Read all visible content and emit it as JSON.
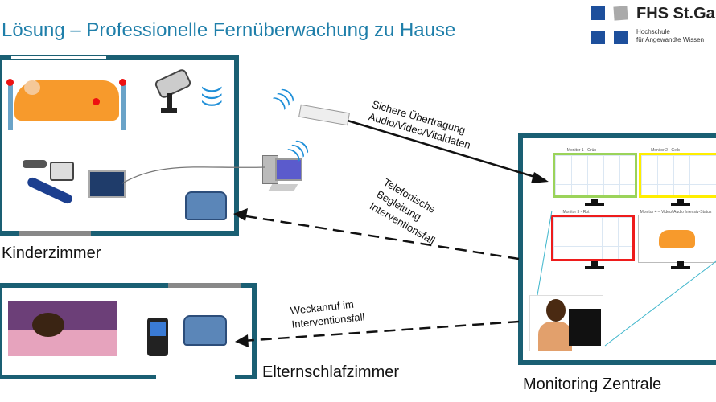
{
  "title": "Lösung – Professionelle Fernüberwachung zu Hause",
  "logo": {
    "name": "FHS St.Ga",
    "line1": "Hochschule",
    "line2": "für Angewandte Wissen"
  },
  "rooms": {
    "kinderzimmer": "Kinderzimmer",
    "elternschlafzimmer": "Elternschlafzimmer",
    "zentrale": "Monitoring Zentrale"
  },
  "arrows": {
    "secure": [
      "Sichere Übertragung",
      "Audio/Video/Vitaldaten"
    ],
    "phone": [
      "Telefonische",
      "Begleitung",
      "Interventionsfall"
    ],
    "wake": [
      "Weckanruf im",
      "Interventionsfall"
    ]
  },
  "monitors": [
    {
      "title": "Monitor 1 - Grün",
      "color": "#9bd35a"
    },
    {
      "title": "Monitor 2 - Gelb",
      "color": "#ffee00"
    },
    {
      "title": "Monitor 3 - Rot",
      "color": "#ee1c1c"
    },
    {
      "title": "Monitor 4 – Video/ Audio Intensiv-Status",
      "color": "#bbbbbb"
    }
  ],
  "colors": {
    "title": "#1f7faa",
    "frame": "#1a5f73"
  }
}
